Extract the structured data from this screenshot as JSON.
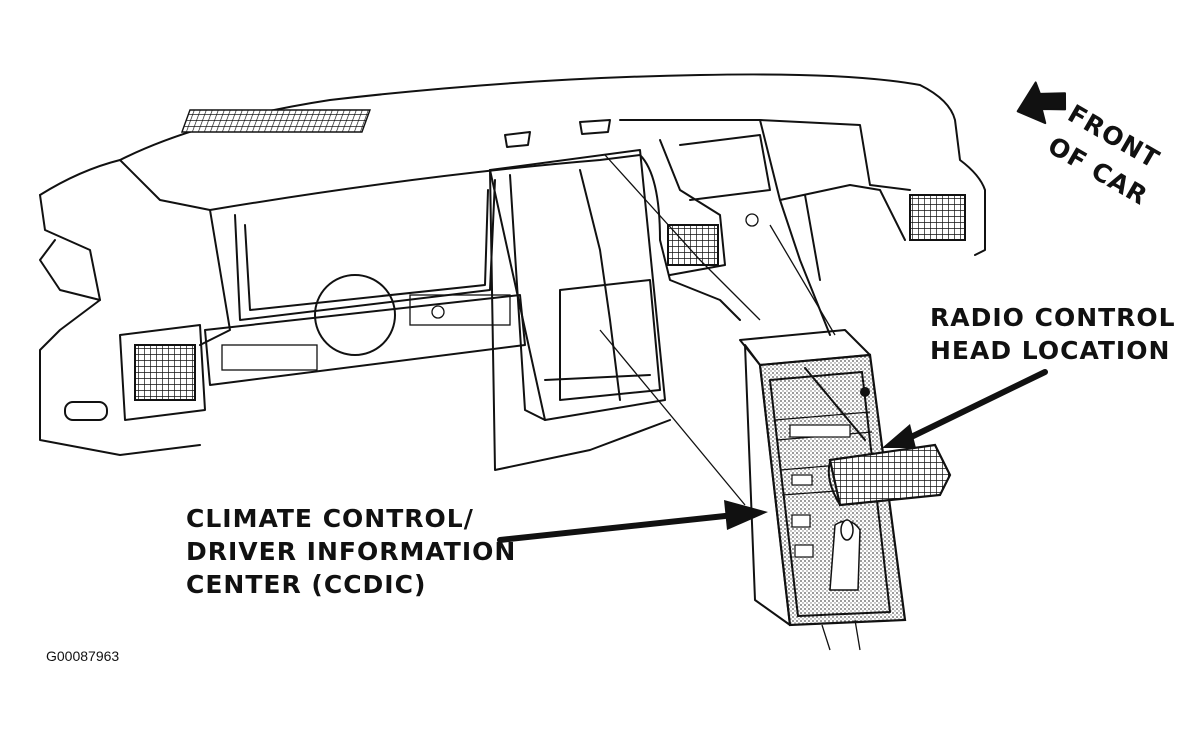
{
  "front_label": [
    "FRONT",
    "OF CAR"
  ],
  "callouts": {
    "radio": [
      "RADIO CONTROL",
      "HEAD LOCATION"
    ],
    "ccdic": [
      "CLIMATE CONTROL/",
      "DRIVER INFORMATION",
      "CENTER (CCDIC)"
    ]
  },
  "figure_id": "G00087963",
  "colors": {
    "ink": "#111111",
    "shade": "#b8b8b8",
    "background": "#ffffff"
  }
}
